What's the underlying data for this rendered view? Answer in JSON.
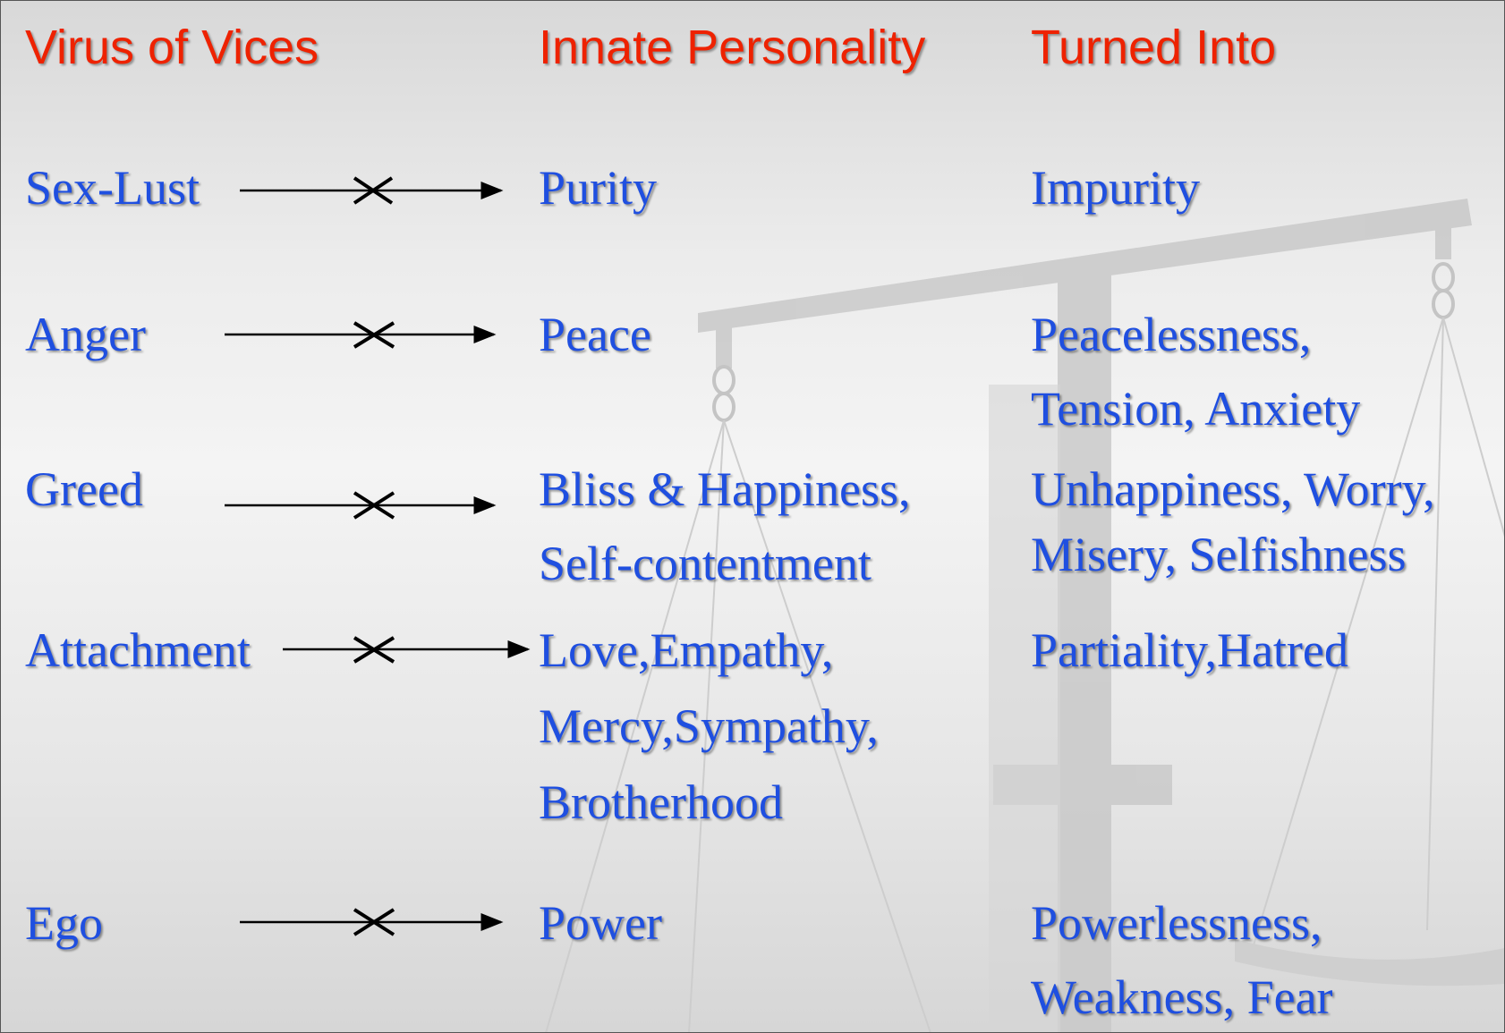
{
  "headers": {
    "col1": "Virus of Vices",
    "col2": "Innate Personality",
    "col3": "Turned Into"
  },
  "rows": [
    {
      "vice": "Sex-Lust",
      "innate": [
        "Purity"
      ],
      "turned": [
        "Impurity"
      ]
    },
    {
      "vice": "Anger",
      "innate": [
        "Peace"
      ],
      "turned": [
        "Peacelessness,",
        "Tension, Anxiety"
      ]
    },
    {
      "vice": "Greed",
      "innate": [
        "Bliss & Happiness,",
        "Self-contentment"
      ],
      "turned": [
        "Unhappiness, Worry,",
        "Misery, Selfishness"
      ]
    },
    {
      "vice": "Attachment",
      "innate": [
        "Love,Empathy,",
        "Mercy,Sympathy,",
        "Brotherhood"
      ],
      "turned": [
        "Partiality,Hatred"
      ]
    },
    {
      "vice": "Ego",
      "innate": [
        "Power"
      ],
      "turned": [
        "Powerlessness,",
        "Weakness, Fear"
      ]
    }
  ],
  "colors": {
    "header": "#ee2200",
    "body_text": "#1f4fe0"
  }
}
